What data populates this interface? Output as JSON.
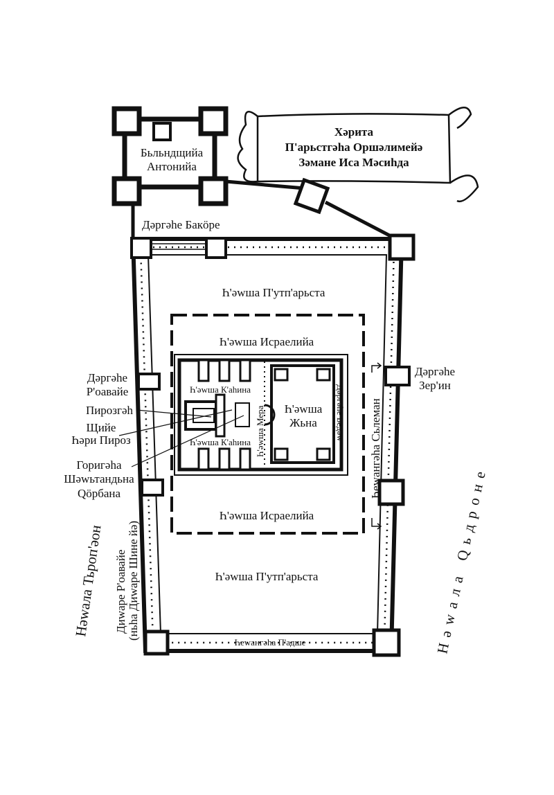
{
  "title": {
    "line1": "Хәрита",
    "line2": "П'арьстгәһа Оршәлимейә",
    "line3": "Зәмане Иса Мәсиһда"
  },
  "labels": {
    "antonia_1": "Бьльндщийа",
    "antonia_2": "Антонийа",
    "gate_bakore": "Дәргәһе Бакӧре",
    "gentiles_court_top": "Һ'әwша П'утп'арьста",
    "israel_court_top": "Һ'әwша Исраелийа",
    "gate_roavaye_1": "Дәргәһе",
    "gate_roavaye_2": "Р'оавайе",
    "altar": "Пирозгәһ",
    "holy_place_1": "Щийе",
    "holy_place_2": "Һәри Пироз",
    "sacrifice_1": "Горигәһа",
    "sacrifice_2": "Шәwьтандьна",
    "sacrifice_3": "Qӧрбана",
    "priests_court_top": "Һ'әwша К'аһина",
    "priests_court_bottom": "Һ'әwша К'аһина",
    "men_court": "Һ'әwша Мера",
    "women_court_1": "Һ'әwша",
    "women_court_2": "Жьна",
    "gate_beautiful": "Дәргәһе Ьедәw",
    "solomon_portico": "Һеwангәһа Сьлеман",
    "gate_zerin_1": "Дәргәһе",
    "gate_zerin_2": "Зер'ин",
    "israel_court_bottom": "Һ'әwша Исраелийа",
    "gentiles_court_bottom": "Һ'әwша П'утп'арьста",
    "royal_portico": "Һеwангәһа П'адше",
    "west_wall_1": "Диwаре Р'оавайе",
    "west_wall_2": "(ньһа Диwаре Шине йә)",
    "tyropoeon": "Нәwала Тьроп'әон",
    "kidron": "Нәwала Qьдроне"
  }
}
